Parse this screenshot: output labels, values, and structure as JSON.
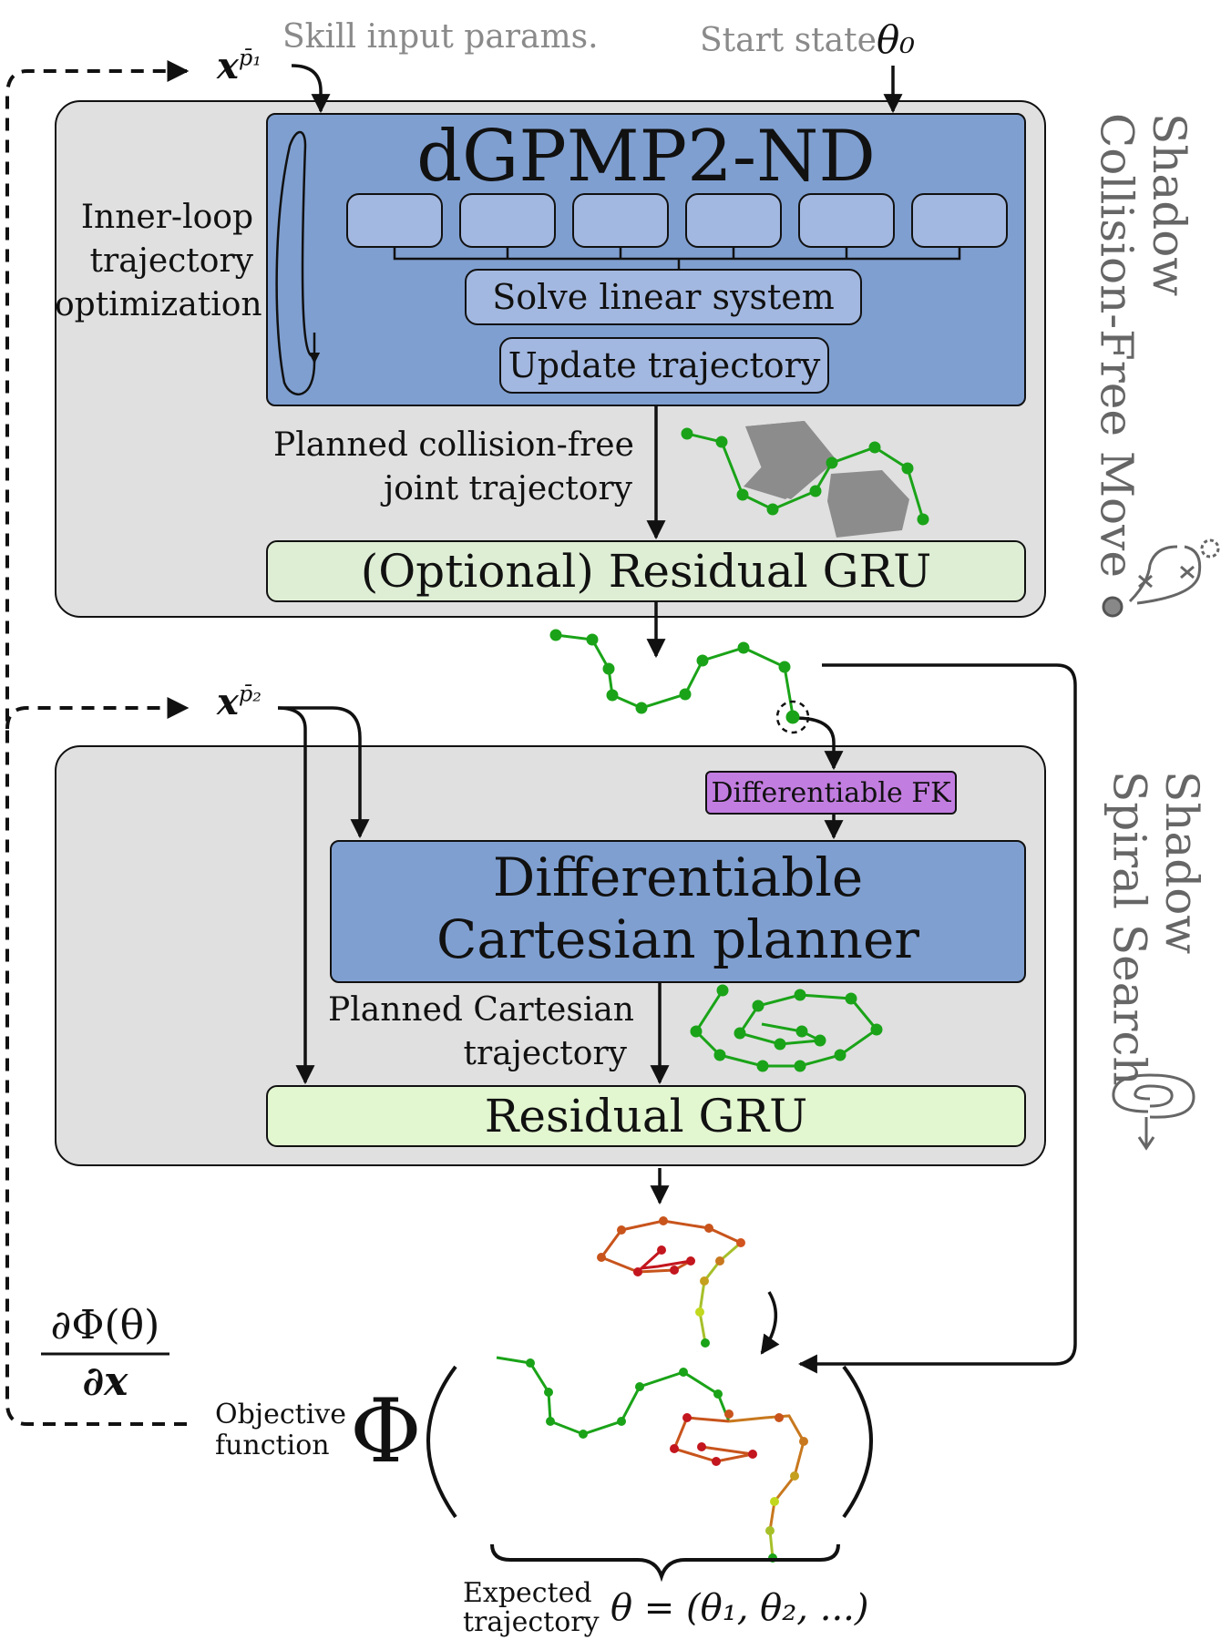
{
  "top_inputs": {
    "skill_params_label": "Skill input params.",
    "x_p1": "x",
    "x_p1_sup": "p̄₁",
    "start_state_label": "Start state",
    "theta0": "θ₀"
  },
  "module1": {
    "title": "dGPMP2-ND",
    "inner_loop_label": [
      "Inner-loop",
      "trajectory",
      "optimization"
    ],
    "solve_label": "Solve linear system",
    "update_label": "Update trajectory",
    "planned_label": [
      "Planned collision-free",
      "joint trajectory"
    ],
    "residual_label": "(Optional) Residual GRU",
    "side_label": [
      "Shadow",
      "Collision-Free Move"
    ]
  },
  "module2": {
    "x_p2": "x",
    "x_p2_sup": "p̄₂",
    "fk_label": "Differentiable FK",
    "planner_label": [
      "Differentiable",
      "Cartesian planner"
    ],
    "planned_label": [
      "Planned Cartesian",
      "trajectory"
    ],
    "residual_label": "Residual GRU",
    "side_label": [
      "Shadow",
      "Spiral Search"
    ]
  },
  "bottom": {
    "gradient_num": "∂Φ(θ)",
    "gradient_den": "∂x",
    "objective_label": [
      "Objective",
      "function"
    ],
    "phi": "Φ",
    "expected_label": [
      "Expected",
      "trajectory"
    ],
    "theta_eq": "θ = (θ₁, θ₂, ...)"
  },
  "colors": {
    "module_bg": "#e0e0e0",
    "block_blue": "#7f9fd0",
    "block_light_blue": "#a3b8e0",
    "gru_green": "#deeed4",
    "fk_purple": "#c27de0",
    "trajectory_green": "#1aa318",
    "obstacle_gray": "#8c8c8c"
  }
}
